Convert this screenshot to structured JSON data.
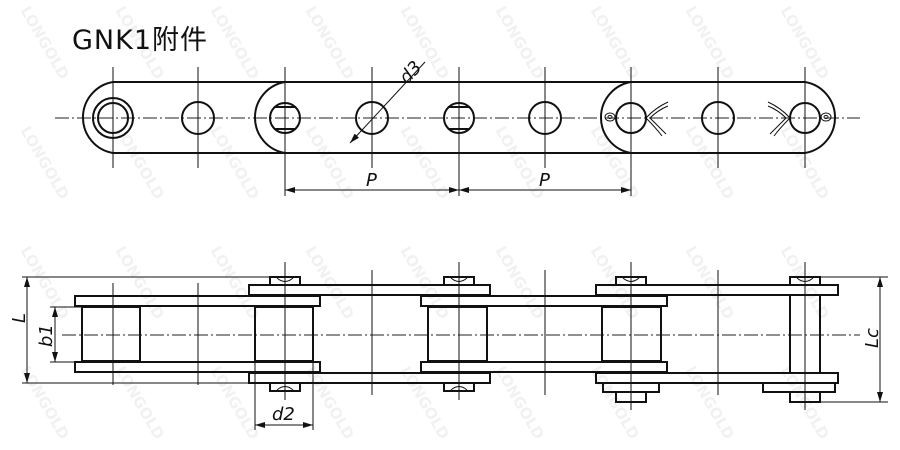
{
  "title": "GNK1附件",
  "watermark": "LONGOLD",
  "dimensions": {
    "pitch": "P",
    "hole_diameter": "d3",
    "roller_diameter": "d2",
    "inner_width": "b1",
    "pin_length": "L",
    "connecting_pin_length": "Lc"
  },
  "colors": {
    "line": "#111111",
    "background": "#ffffff"
  }
}
